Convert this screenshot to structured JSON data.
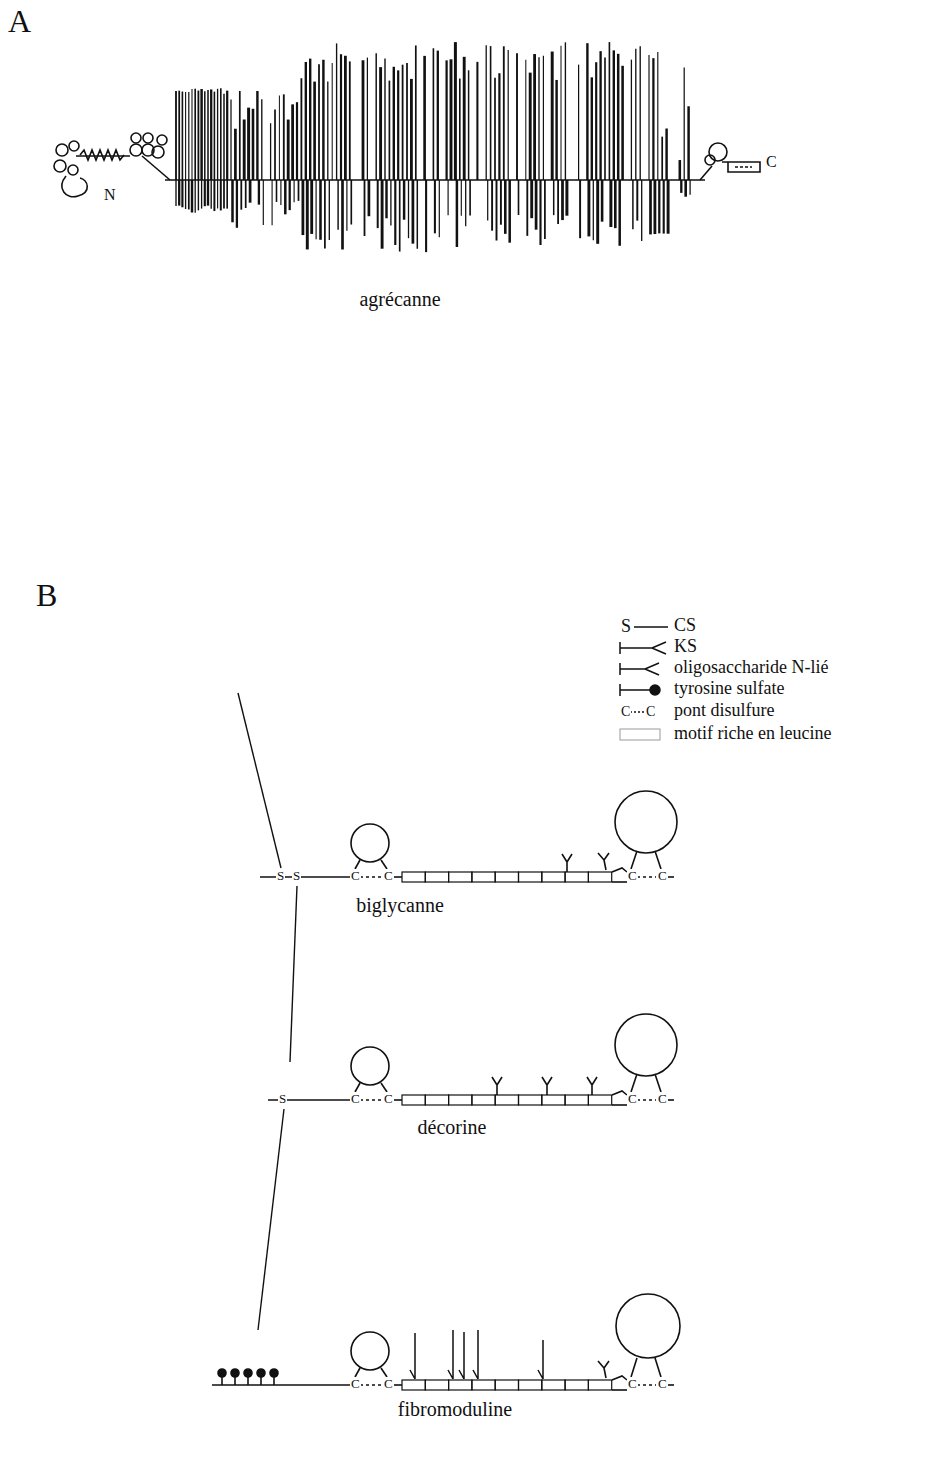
{
  "diagram": {
    "labels": [
      "A",
      "agrécanne",
      "N",
      "C",
      "B",
      "S",
      "S",
      "C",
      "C",
      "C",
      "C",
      "biglycanne",
      "S",
      "C",
      "C",
      "C",
      "C",
      "décorine",
      "C",
      "C",
      "C",
      "C",
      "fibromoduline",
      "S",
      "C",
      "C"
    ],
    "legend": [
      {
        "text": "CS"
      },
      {
        "text": "KS"
      },
      {
        "text": "oligosaccharide N-lié"
      },
      {
        "text": "tyrosine sulfate"
      },
      {
        "text": "pont disulfure"
      },
      {
        "text": "motif riche en leucine"
      }
    ]
  }
}
